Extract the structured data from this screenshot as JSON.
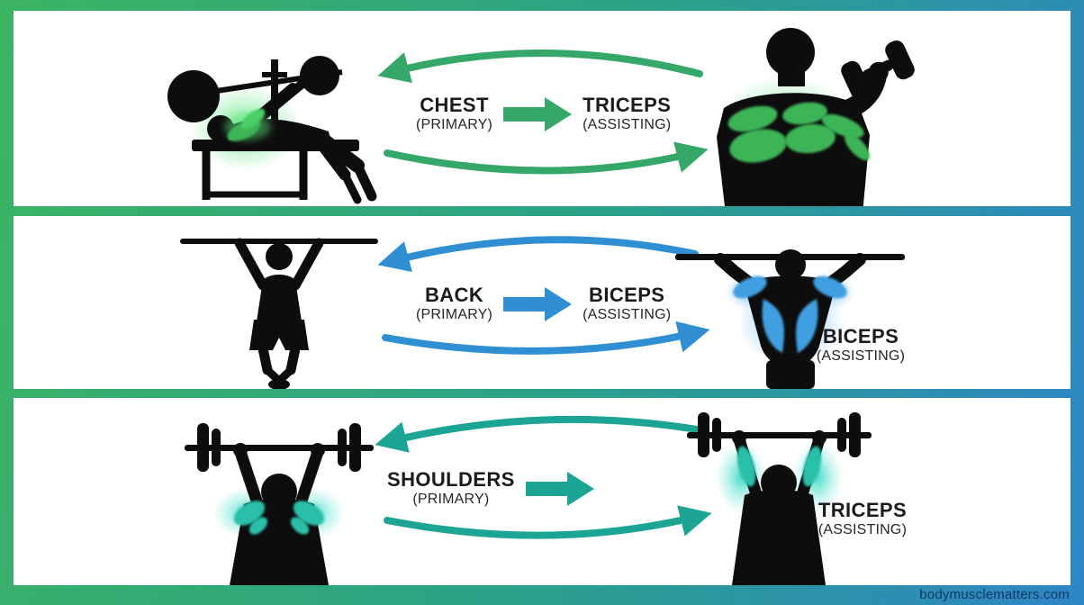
{
  "title": "muscle-pairing-infographic",
  "watermark": "bodymusclematters.com",
  "colors": {
    "background_left": "#3cb463",
    "background_mid": "#2ba287",
    "background_right": "#2e85c6",
    "panel": "#ffffff",
    "text": "#1b1b1b",
    "watermark_text": "#123056",
    "row1_accent": "#35a768",
    "row2_accent": "#2f8fd2",
    "row3_accent": "#1ca595",
    "glow_green": "#49e06e",
    "glow_blue": "#4aa9ff",
    "glow_teal": "#2fd9c0",
    "muscle_green": "#3cb457",
    "muscle_blue": "#3f9fe0",
    "muscle_teal": "#2bbfa8"
  },
  "rows": [
    {
      "primary": "CHEST",
      "primary_sub": "(PRIMARY)",
      "assisting": "TRICEPS",
      "assisting_sub": "(ASSISTING)",
      "accent": "#35a768",
      "left_figure": "bench-press",
      "right_figure": "standing-dumbbell-curl"
    },
    {
      "primary": "BACK",
      "primary_sub": "(PRIMARY)",
      "assisting": "BICEPS",
      "assisting_sub": "(ASSISTING)",
      "side_label": "BICEPS",
      "side_label_sub": "(ASSISTING)",
      "accent": "#2f8fd2",
      "left_figure": "pull-up",
      "right_figure": "pull-up-back-view"
    },
    {
      "primary": "SHOULDERS",
      "primary_sub": "(PRIMARY)",
      "side_label": "TRICEPS",
      "side_label_sub": "(ASSISTING)",
      "accent": "#1ca595",
      "left_figure": "overhead-press",
      "right_figure": "overhead-press-triceps"
    }
  ]
}
